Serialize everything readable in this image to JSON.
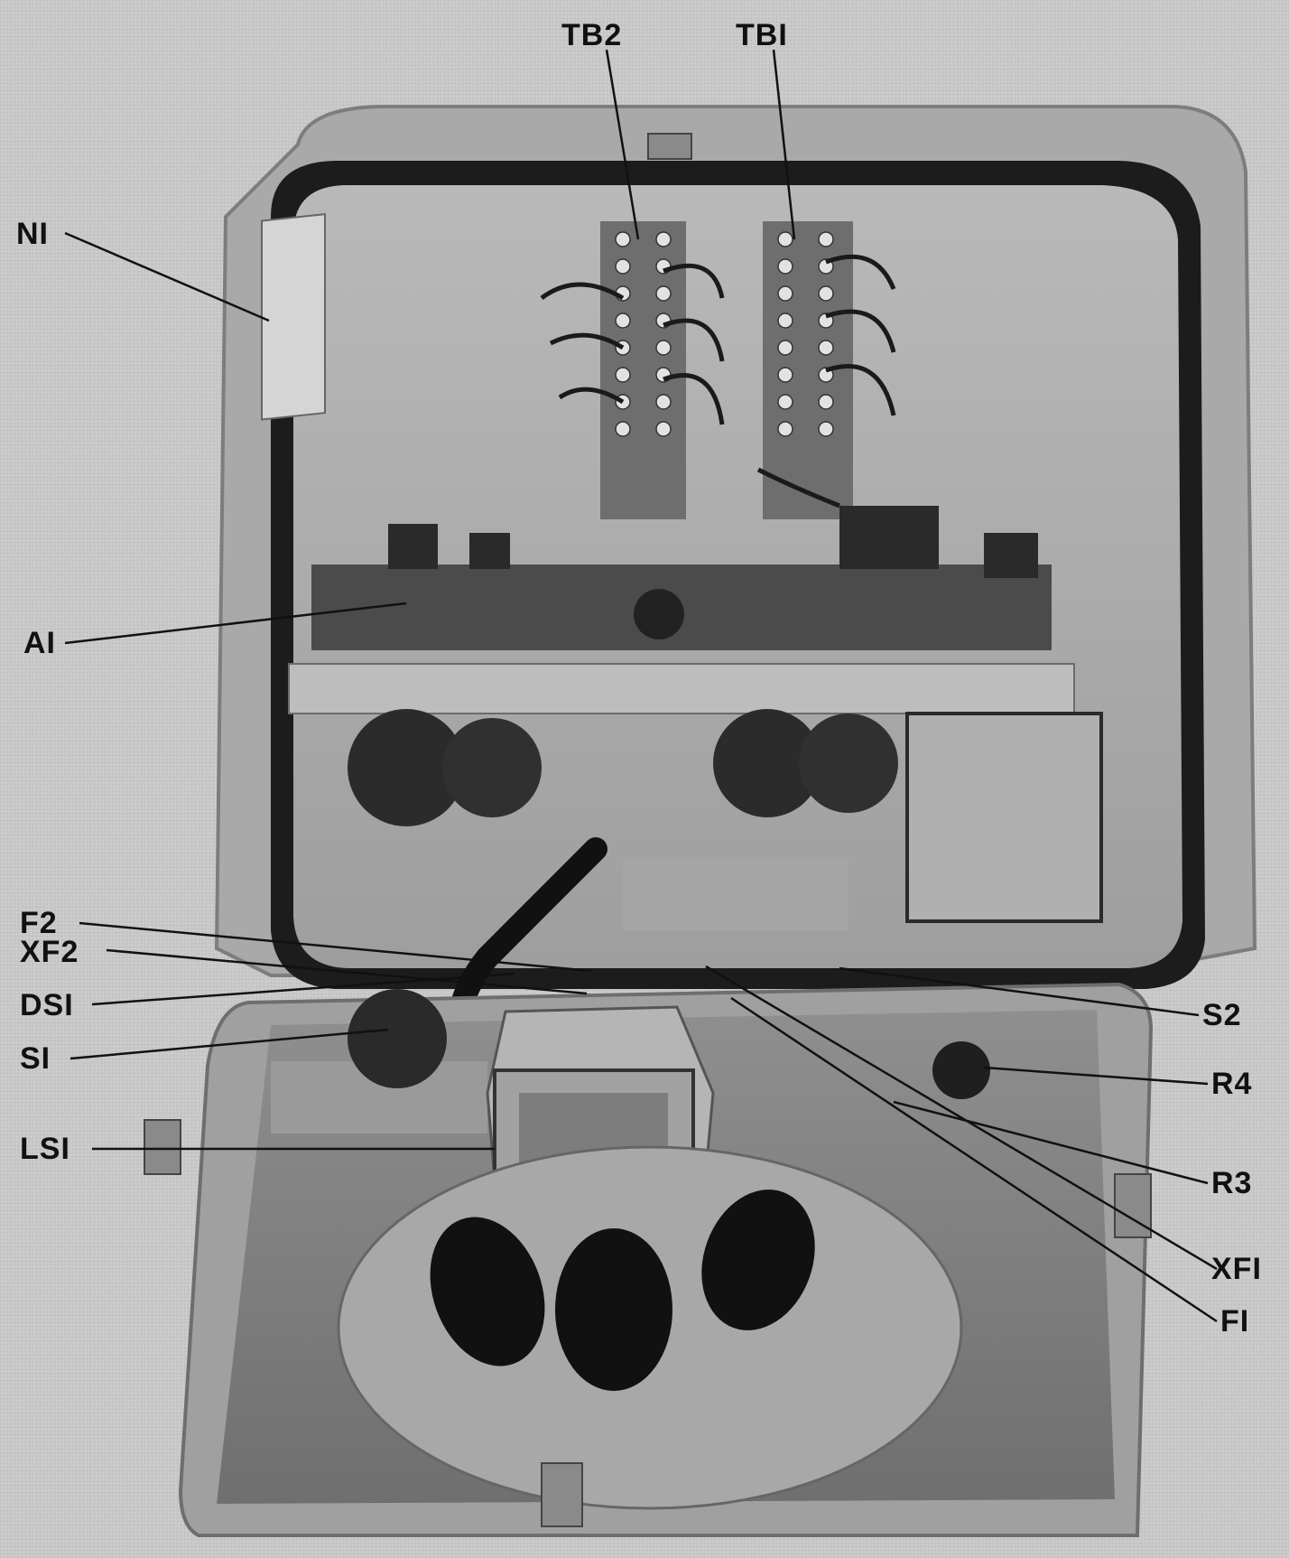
{
  "callouts": {
    "TB2": "TB2",
    "TB1": "TBI",
    "N1": "NI",
    "A1": "AI",
    "F2": "F2",
    "XF2": "XF2",
    "DS1": "DSI",
    "S1": "SI",
    "LS1": "LSI",
    "S2": "S2",
    "R4": "R4",
    "R3": "R3",
    "XF1": "XFI",
    "F1": "FI"
  }
}
